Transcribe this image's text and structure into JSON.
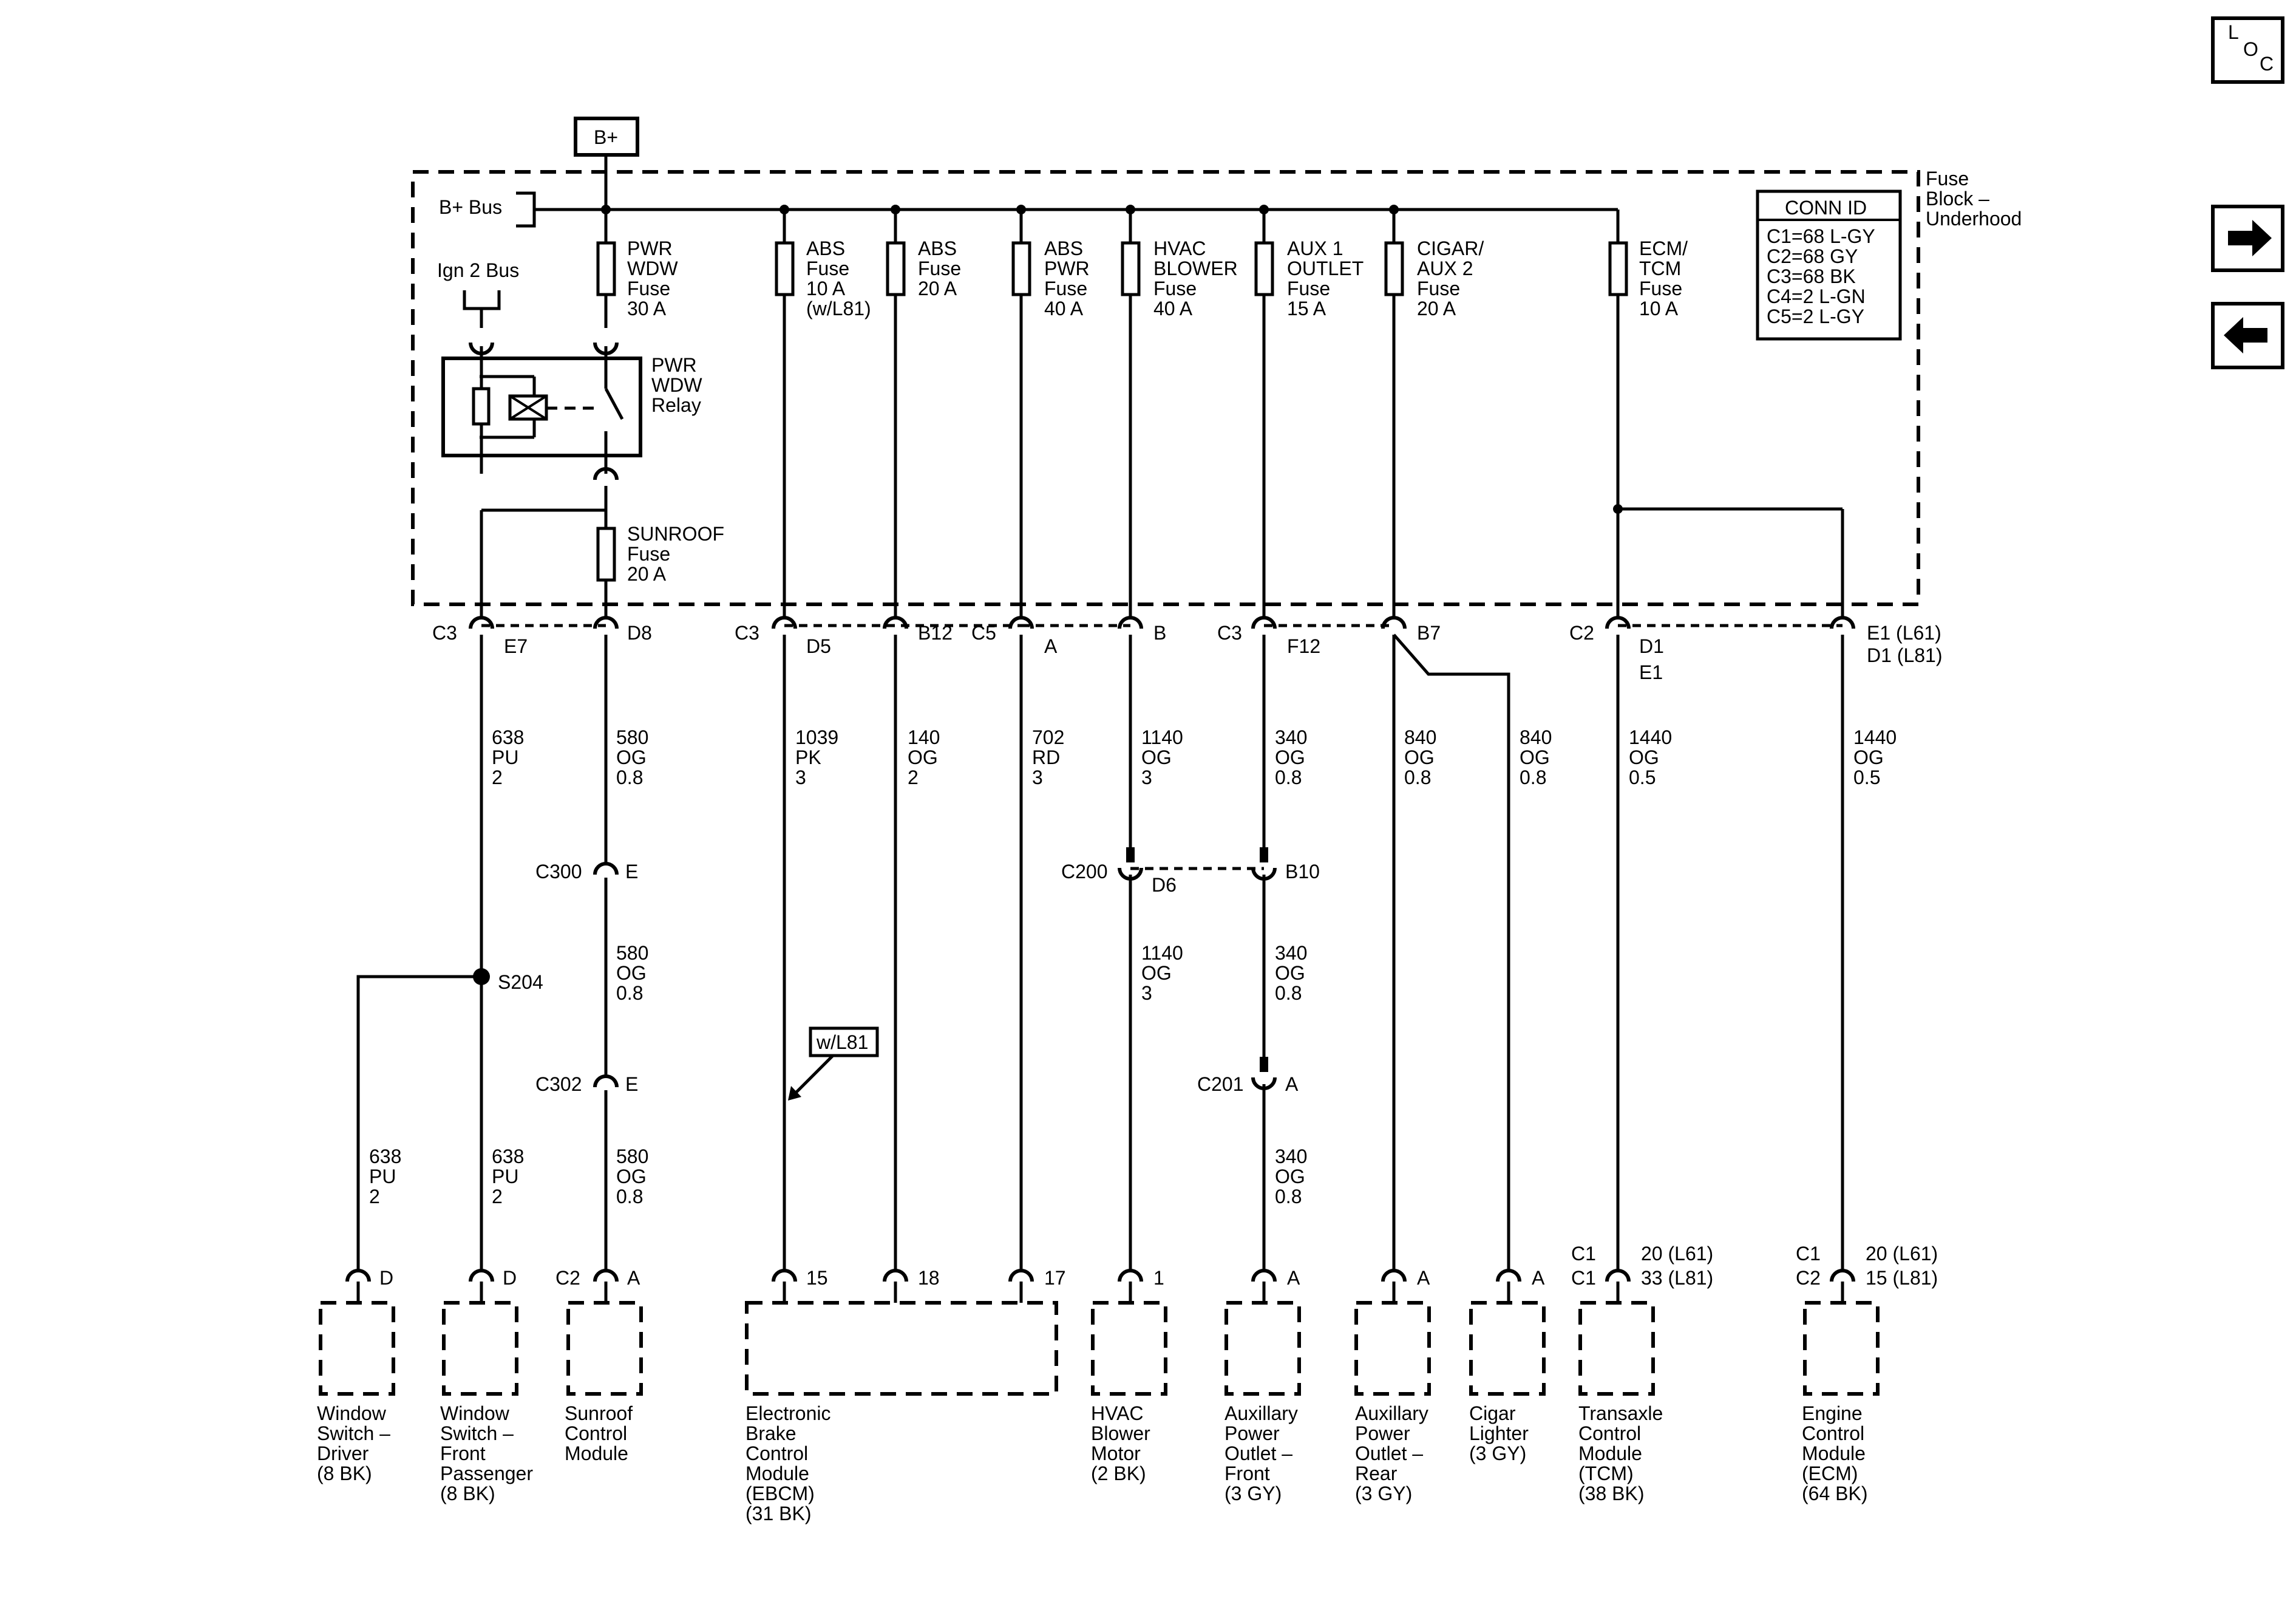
{
  "nav": {
    "loc": [
      "L",
      "O",
      "C"
    ],
    "next_icon": "arrow-right-icon",
    "prev_icon": "arrow-left-icon"
  },
  "power": {
    "bplus_label": "B+",
    "bus_label": "B+ Bus",
    "ign_label": "Ign 2 Bus"
  },
  "fuse_block": {
    "title": [
      "Fuse",
      "Block –",
      "Underhood"
    ]
  },
  "conn_id": {
    "title": "CONN ID",
    "rows": [
      "C1=68 L-GY",
      "C2=68 GY",
      "C3=68 BK",
      "C4=2 L-GN",
      "C5=2 L-GY"
    ]
  },
  "relay": {
    "label": [
      "PWR",
      "WDW",
      "Relay"
    ]
  },
  "fuses": [
    {
      "lines": [
        "PWR",
        "WDW",
        "Fuse",
        "30 A"
      ]
    },
    {
      "lines": [
        "SUNROOF",
        "Fuse",
        "20 A"
      ]
    },
    {
      "lines": [
        "ABS",
        "Fuse",
        "10 A",
        "(w/L81)"
      ]
    },
    {
      "lines": [
        "ABS",
        "Fuse",
        "20 A"
      ]
    },
    {
      "lines": [
        "ABS",
        "PWR",
        "Fuse",
        "40 A"
      ]
    },
    {
      "lines": [
        "HVAC",
        "BLOWER",
        "Fuse",
        "40 A"
      ]
    },
    {
      "lines": [
        "AUX 1",
        "OUTLET",
        "Fuse",
        "15 A"
      ]
    },
    {
      "lines": [
        "CIGAR/",
        "AUX 2",
        "Fuse",
        "20 A"
      ]
    },
    {
      "lines": [
        "ECM/",
        "TCM",
        "Fuse",
        "10 A"
      ]
    }
  ],
  "top_connectors": {
    "c3_e7": "C3",
    "e7": "E7",
    "d8": "D8",
    "c3_d5": "C3",
    "d5": "D5",
    "b12": "B12",
    "c5": "C5",
    "a": "A",
    "b": "B",
    "c3_f12": "C3",
    "f12": "F12",
    "b7": "B7",
    "c2": "C2",
    "d1": "D1",
    "e1": "E1",
    "e1_l61": "E1 (L61)",
    "d1_l81": "D1 (L81)"
  },
  "wires": [
    {
      "lines": [
        "638",
        "PU",
        "2"
      ]
    },
    {
      "lines": [
        "580",
        "OG",
        "0.8"
      ]
    },
    {
      "lines": [
        "1039",
        "PK",
        "3"
      ]
    },
    {
      "lines": [
        "140",
        "OG",
        "2"
      ]
    },
    {
      "lines": [
        "702",
        "RD",
        "3"
      ]
    },
    {
      "lines": [
        "1140",
        "OG",
        "3"
      ]
    },
    {
      "lines": [
        "340",
        "OG",
        "0.8"
      ]
    },
    {
      "lines": [
        "840",
        "OG",
        "0.8"
      ]
    },
    {
      "lines": [
        "840",
        "OG",
        "0.8"
      ]
    },
    {
      "lines": [
        "1440",
        "OG",
        "0.5"
      ]
    },
    {
      "lines": [
        "1440",
        "OG",
        "0.5"
      ]
    },
    {
      "lines": [
        "580",
        "OG",
        "0.8"
      ]
    },
    {
      "lines": [
        "580",
        "OG",
        "0.8"
      ]
    },
    {
      "lines": [
        "1140",
        "OG",
        "3"
      ]
    },
    {
      "lines": [
        "340",
        "OG",
        "0.8"
      ]
    },
    {
      "lines": [
        "340",
        "OG",
        "0.8"
      ]
    },
    {
      "lines": [
        "638",
        "PU",
        "2"
      ]
    },
    {
      "lines": [
        "638",
        "PU",
        "2"
      ]
    }
  ],
  "inline_connectors": {
    "c300": "C300",
    "c300_pin": "E",
    "c302": "C302",
    "c302_pin": "E",
    "c200": "C200",
    "c200_d6": "D6",
    "c200_b10": "B10",
    "c201": "C201",
    "c201_pin": "A",
    "s204": "S204",
    "wl81": "w/L81"
  },
  "bottom_pins": {
    "win_drv": "D",
    "win_pass": "D",
    "sunroof_c": "C2",
    "sunroof_p": "A",
    "ebcm_15": "15",
    "ebcm_18": "18",
    "ebcm_17": "17",
    "hvac": "1",
    "aux_front": "A",
    "aux_rear": "A",
    "cigar": "A",
    "tcm_c1a": "C1",
    "tcm_c1b": "C1",
    "tcm_p1": "20 (L61)",
    "tcm_p2": "33 (L81)",
    "ecm_c1": "C1",
    "ecm_c2": "C2",
    "ecm_p1": "20 (L61)",
    "ecm_p2": "15 (L81)"
  },
  "components": [
    {
      "lines": [
        "Window",
        "Switch –",
        "Driver",
        "(8 BK)"
      ]
    },
    {
      "lines": [
        "Window",
        "Switch –",
        "Front",
        "Passenger",
        "(8 BK)"
      ]
    },
    {
      "lines": [
        "Sunroof",
        "Control",
        "Module"
      ]
    },
    {
      "lines": [
        "Electronic",
        "Brake",
        "Control",
        "Module",
        "(EBCM)",
        "(31 BK)"
      ]
    },
    {
      "lines": [
        "HVAC",
        "Blower",
        "Motor",
        "(2 BK)"
      ]
    },
    {
      "lines": [
        "Auxillary",
        "Power",
        "Outlet –",
        "Front",
        "(3 GY)"
      ]
    },
    {
      "lines": [
        "Auxillary",
        "Power",
        "Outlet –",
        "Rear",
        "(3 GY)"
      ]
    },
    {
      "lines": [
        "Cigar",
        "Lighter",
        "(3 GY)"
      ]
    },
    {
      "lines": [
        "Transaxle",
        "Control",
        "Module",
        "(TCM)",
        "(38 BK)"
      ]
    },
    {
      "lines": [
        "Engine",
        "Control",
        "Module",
        "(ECM)",
        "(64 BK)"
      ]
    }
  ]
}
